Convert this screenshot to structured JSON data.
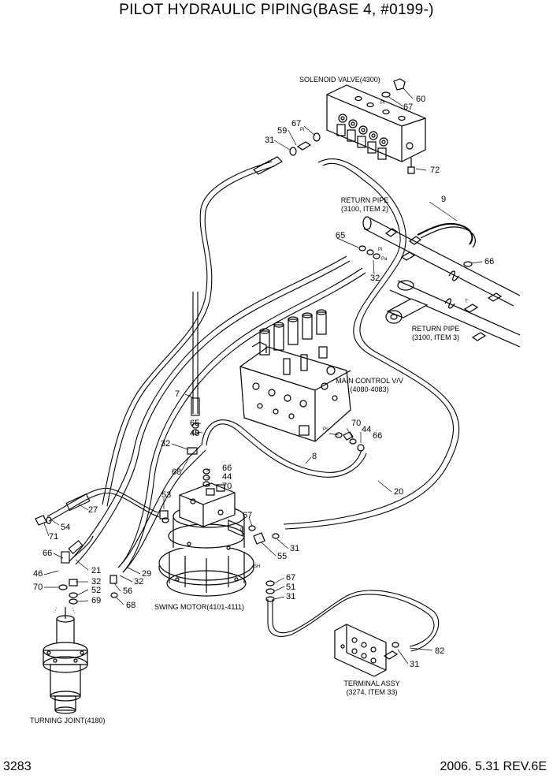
{
  "title": "PILOT HYDRAULIC PIPING(BASE 4, #0199-)",
  "page_number": "3283",
  "date_rev": "2006. 5.31  REV.6E",
  "components": {
    "solenoid_valve": "SOLENOID VALVE(4300)",
    "return_pipe_1": [
      "RETURN PIPE",
      "(3100, ITEM 2)"
    ],
    "return_pipe_2": [
      "RETURN PIPE",
      "(3100, ITEM 3)"
    ],
    "main_control": [
      "MAIN CONTROL V/V",
      "(4080-4083)"
    ],
    "swing_motor": "SWING MOTOR(4101-4111)",
    "terminal_assy": [
      "TERMINAL ASSY",
      "(3274, ITEM 33)"
    ],
    "turning_joint": "TURNING JOINT(4180)"
  },
  "port_marks": [
    "Pi",
    "Pi",
    "Pi",
    "Pa",
    "Ps",
    "Pi",
    "SH",
    "T"
  ],
  "callouts": [
    "60",
    "67",
    "59",
    "31",
    "67",
    "72",
    "9",
    "65",
    "32",
    "66",
    "7",
    "65",
    "40",
    "32",
    "68",
    "70",
    "44",
    "66",
    "66",
    "44",
    "70",
    "8",
    "20",
    "53",
    "27",
    "71",
    "54",
    "67",
    "31",
    "55",
    "66",
    "46",
    "21",
    "32",
    "70",
    "52",
    "69",
    "29",
    "32",
    "56",
    "68",
    "67",
    "51",
    "31",
    "31",
    "82"
  ]
}
